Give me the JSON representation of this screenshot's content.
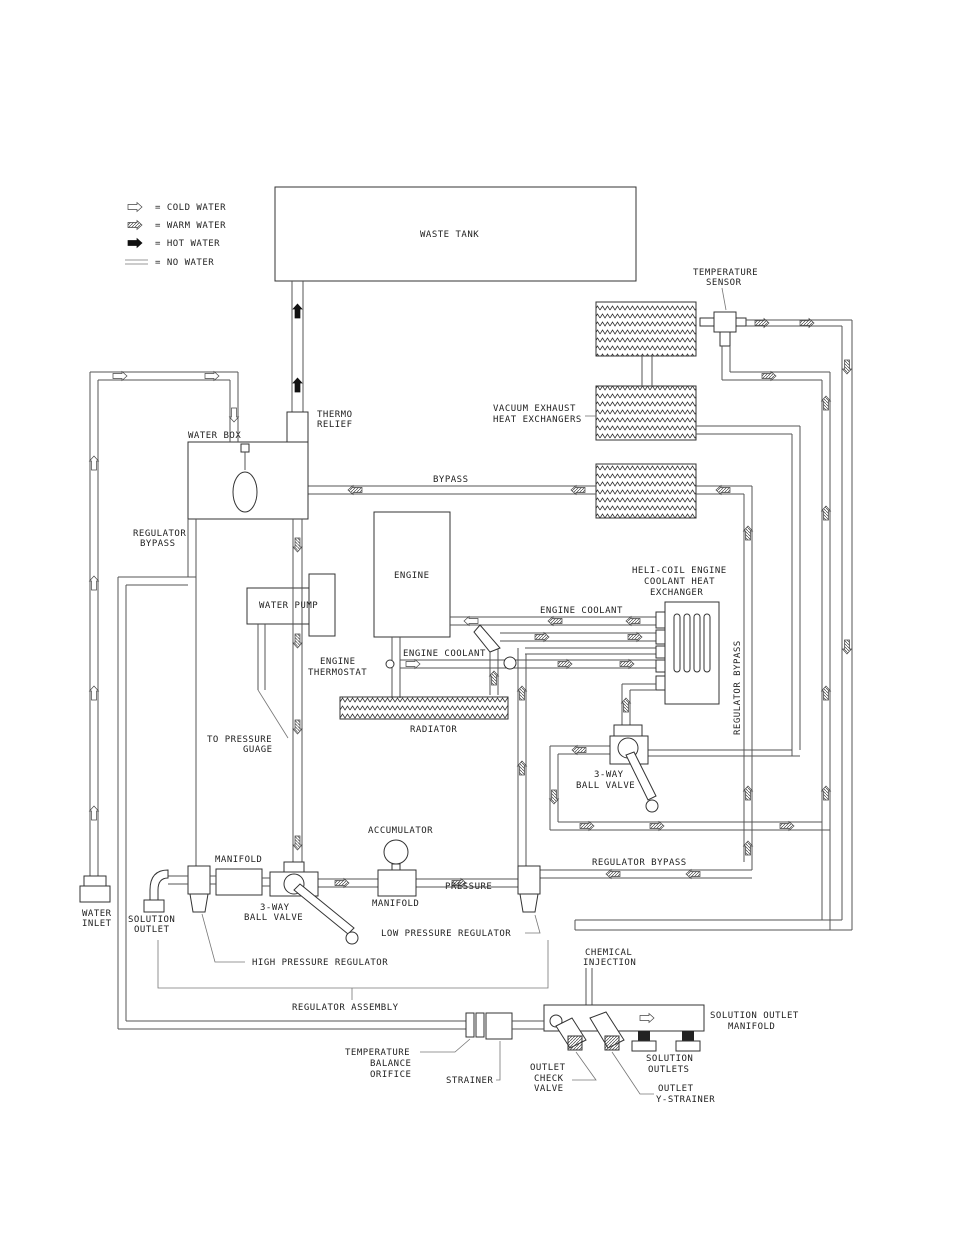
{
  "legend": {
    "cold": "= COLD WATER",
    "warm": "= WARM WATER",
    "hot": "= HOT WATER",
    "none": "= NO WATER"
  },
  "labels": {
    "waste_tank": "WASTE TANK",
    "temp_sensor_1": "TEMPERATURE",
    "temp_sensor_2": "SENSOR",
    "thermo_relief_1": "THERMO",
    "thermo_relief_2": "RELIEF",
    "water_box": "WATER BOX",
    "vacuum_hx_1": "VACUUM EXHAUST",
    "vacuum_hx_2": "HEAT EXCHANGERS",
    "bypass": "BYPASS",
    "regulator_bypass_left_1": "REGULATOR",
    "regulator_bypass_left_2": "BYPASS",
    "engine": "ENGINE",
    "helicoil_1": "HELI-COIL ENGINE",
    "helicoil_2": "COOLANT HEAT",
    "helicoil_3": "EXCHANGER",
    "water_pump": "WATER PUMP",
    "engine_coolant_top": "ENGINE COOLANT",
    "engine_coolant_mid": "ENGINE COOLANT",
    "engine_thermostat_1": "ENGINE",
    "engine_thermostat_2": "THERMOSTAT",
    "regulator_bypass_vertical": "REGULATOR BYPASS",
    "radiator": "RADIATOR",
    "to_pressure_gauge_1": "TO PRESSURE",
    "to_pressure_gauge_2": "GUAGE",
    "ball_valve_right_1": "3-WAY",
    "ball_valve_right_2": "BALL VALVE",
    "accumulator": "ACCUMULATOR",
    "manifold_top": "MANIFOLD",
    "regulator_bypass_bottom": "REGULATOR BYPASS",
    "water_inlet_1": "WATER",
    "water_inlet_2": "INLET",
    "solution_outlet_1": "SOLUTION",
    "solution_outlet_2": "OUTLET",
    "ball_valve_left_1": "3-WAY",
    "ball_valve_left_2": "BALL VALVE",
    "manifold_bottom": "MANIFOLD",
    "pressure": "PRESSURE",
    "low_pressure_regulator": "LOW PRESSURE REGULATOR",
    "high_pressure_regulator": "HIGH PRESSURE REGULATOR",
    "chemical_injection_1": "CHEMICAL",
    "chemical_injection_2": "INJECTION",
    "regulator_assembly": "REGULATOR ASSEMBLY",
    "solution_outlet_manifold_1": "SOLUTION OUTLET",
    "solution_outlet_manifold_2": "MANIFOLD",
    "temp_balance_orifice_1": "TEMPERATURE",
    "temp_balance_orifice_2": "BALANCE",
    "temp_balance_orifice_3": "ORIFICE",
    "strainer": "STRAINER",
    "outlet_check_valve_1": "OUTLET",
    "outlet_check_valve_2": "CHECK",
    "outlet_check_valve_3": "VALVE",
    "solution_outlets_1": "SOLUTION",
    "solution_outlets_2": "OUTLETS",
    "outlet_y_strainer_1": "OUTLET",
    "outlet_y_strainer_2": "Y-STRAINER"
  },
  "colors": {
    "line": "#555555",
    "text": "#222222",
    "hot_arrow": "#111111"
  }
}
